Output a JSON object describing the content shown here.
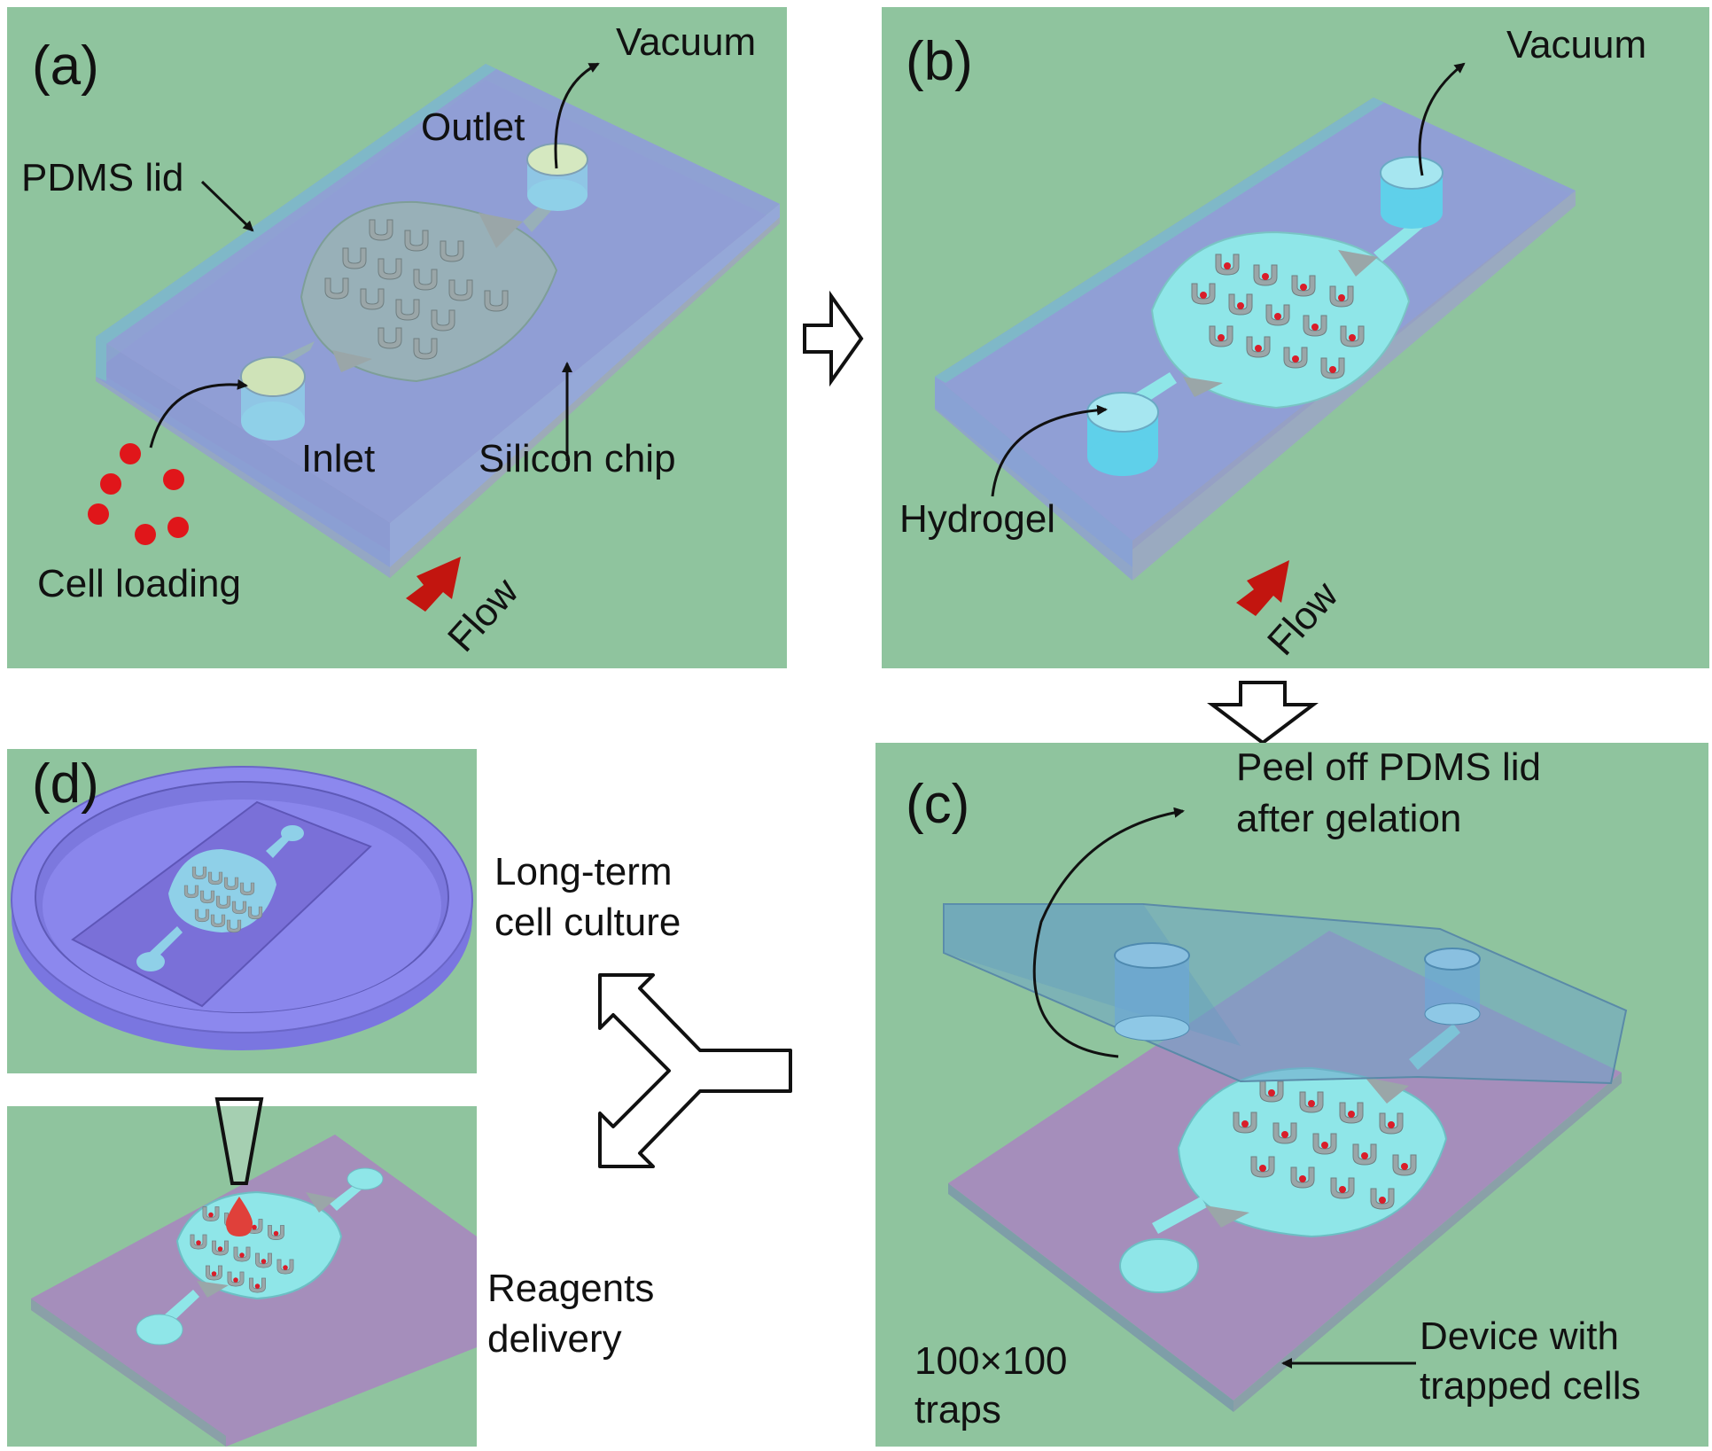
{
  "colors": {
    "background": "#8fc49e",
    "pdms_lid": "#8f9fd6",
    "lid_top_edge": "#7fb8c8",
    "silicon_chip": "#a58ebb",
    "hydrogel": "#8fe6e8",
    "cell": "#e0161a",
    "flow_arrow": "#c2150f",
    "dish": "#8c88ee"
  },
  "icons": {
    "flow": "red-3d-arrow-icon",
    "step": "hollow-outline-arrow-icon",
    "split": "hollow-fork-arrow-icon",
    "pipette": "pipette-tip-icon"
  },
  "panels": {
    "a": {
      "letter": "(a)",
      "vacuum": "Vacuum",
      "outlet": "Outlet",
      "pdms_lid": "PDMS lid",
      "inlet": "Inlet",
      "silicon_chip": "Silicon chip",
      "cell_loading": "Cell loading",
      "flow": "Flow"
    },
    "b": {
      "letter": "(b)",
      "vacuum": "Vacuum",
      "hydrogel": "Hydrogel",
      "flow": "Flow"
    },
    "c": {
      "letter": "(c)",
      "peel_line1": "Peel off PDMS lid",
      "peel_line2": "after gelation",
      "traps_line1": "100×100",
      "traps_line2": "traps",
      "device_line1": "Device with",
      "device_line2": "trapped cells"
    },
    "d": {
      "letter": "(d)",
      "culture_line1": "Long-term",
      "culture_line2": "cell culture",
      "reagents_line1": "Reagents",
      "reagents_line2": "delivery"
    }
  }
}
